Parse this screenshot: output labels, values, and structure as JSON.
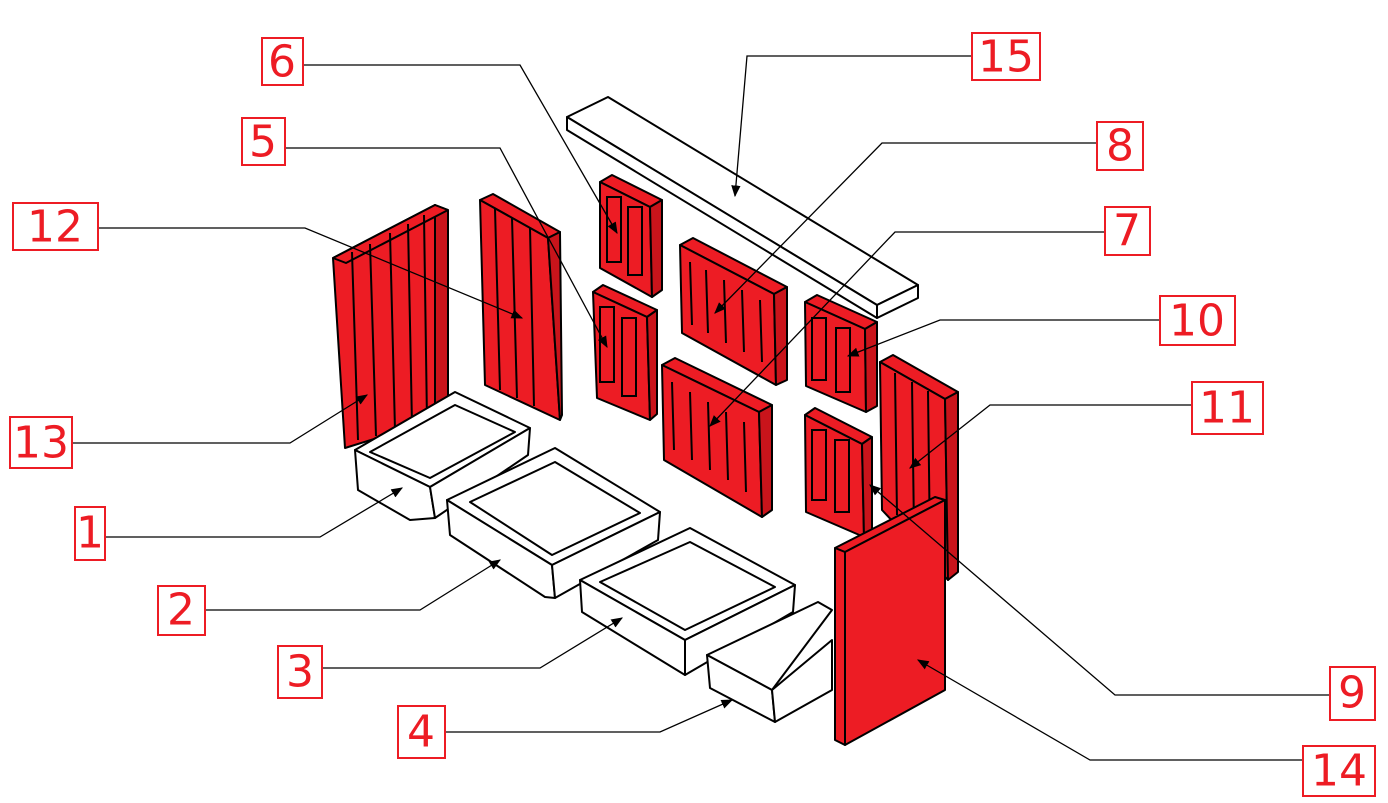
{
  "diagram": {
    "accent_color": "#ED1C24",
    "part_labels": [
      "1",
      "2",
      "3",
      "4",
      "5",
      "6",
      "7",
      "8",
      "9",
      "10",
      "11",
      "12",
      "13",
      "14",
      "15"
    ]
  }
}
